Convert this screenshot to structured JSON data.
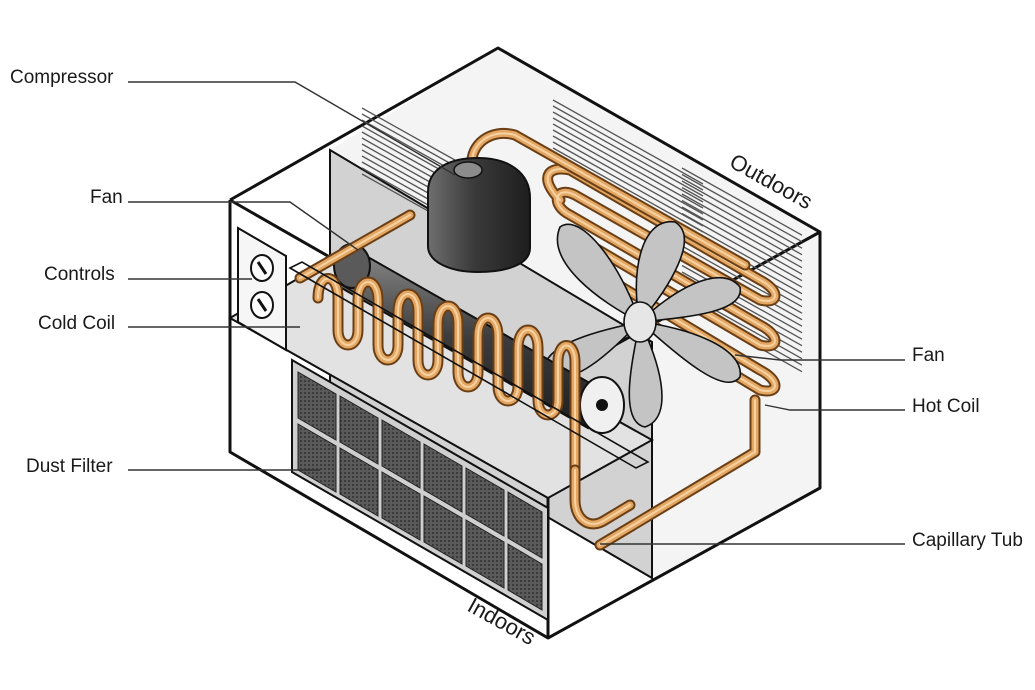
{
  "labels": {
    "compressor": "Compressor",
    "fan_left": "Fan",
    "controls": "Controls",
    "cold_coil": "Cold Coil",
    "dust_filter": "Dust Filter",
    "fan_right": "Fan",
    "hot_coil": "Hot Coil",
    "capillary_tube": "Capillary Tub",
    "outdoors": "Outdoors",
    "indoors": "Indoors"
  },
  "colors": {
    "copper": "#e3a763",
    "copper_dark": "#6b3f15",
    "panel_gray": "#cfcfcf",
    "filter_dark": "#4a4a4a",
    "fan_blade": "#bdbdbd"
  }
}
